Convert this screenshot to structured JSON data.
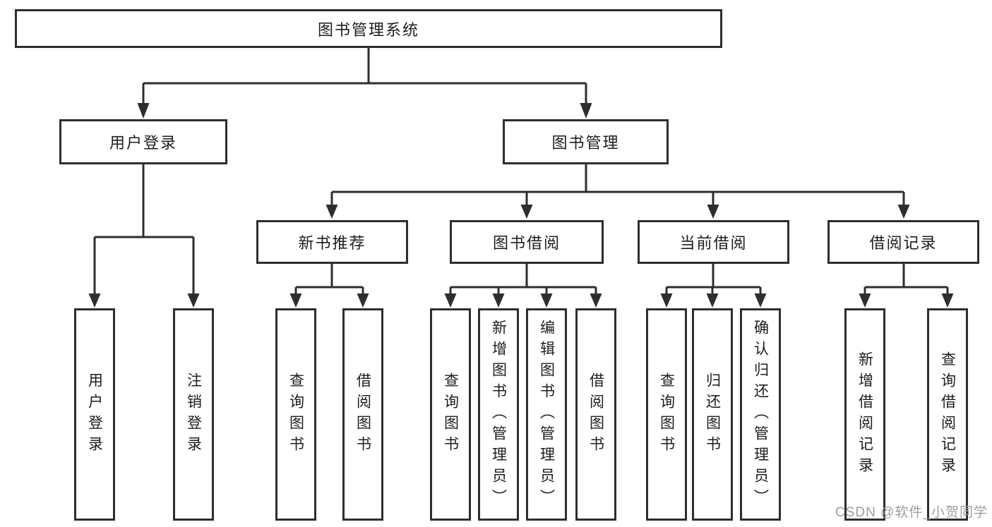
{
  "diagram": {
    "root": {
      "label": "图书管理系统"
    },
    "branches": {
      "user_login": {
        "label": "用户登录",
        "children": [
          {
            "label": "用户登录"
          },
          {
            "label": "注销登录"
          }
        ]
      },
      "book_management": {
        "label": "图书管理",
        "children": [
          {
            "label": "新书推荐",
            "children": [
              {
                "label": "查询图书"
              },
              {
                "label": "借阅图书"
              }
            ]
          },
          {
            "label": "图书借阅",
            "children": [
              {
                "label": "查询图书"
              },
              {
                "label": "新增图书（管理员）"
              },
              {
                "label": "编辑图书（管理员）"
              },
              {
                "label": "借阅图书"
              }
            ]
          },
          {
            "label": "当前借阅",
            "children": [
              {
                "label": "查询图书"
              },
              {
                "label": "归还图书"
              },
              {
                "label": "确认归还（管理员）"
              }
            ]
          },
          {
            "label": "借阅记录",
            "children": [
              {
                "label": "新增借阅记录"
              },
              {
                "label": "查询借阅记录"
              }
            ]
          }
        ]
      }
    }
  },
  "watermark": {
    "text": "CSDN @软件_小贺同学"
  },
  "colors": {
    "line": "#2e2e2e",
    "text": "#1d1d1d",
    "background": "#ffffff",
    "watermark": "#9e9e9e"
  }
}
